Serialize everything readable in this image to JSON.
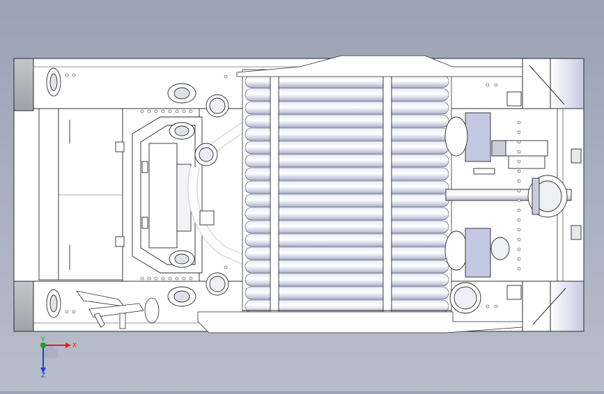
{
  "viewport": {
    "background_top": "#9aa2b4",
    "background_bottom": "#b8bdca",
    "model_fill": "#ffffff",
    "model_stroke": "#2a2a2a",
    "shade_fill": "#c8cbe0",
    "dark_shade": "#9fa4c4"
  },
  "triad": {
    "x_label": "X",
    "y_label": "Y",
    "z_label": "Z",
    "x_color": "#e02020",
    "y_color": "#20a020",
    "z_color": "#2040d0"
  }
}
